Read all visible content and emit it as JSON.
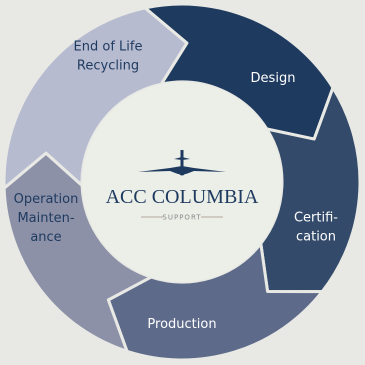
{
  "background": "#e8e9e4",
  "center": {
    "title": "ACC COLUMBIA",
    "subtitle": "SUPPORT",
    "title_color": "#1e3a5f",
    "rule_color": "#b5aaa0",
    "fill": "#eceee8"
  },
  "segments": [
    {
      "id": "design",
      "label_lines": [
        "Design"
      ],
      "fill": "#1e3a5f",
      "text_color": "#ffffff"
    },
    {
      "id": "certification",
      "label_lines": [
        "Certifi-",
        "cation"
      ],
      "fill": "#334a6a",
      "text_color": "#ffffff"
    },
    {
      "id": "production",
      "label_lines": [
        "Production"
      ],
      "fill": "#5d6a8a",
      "text_color": "#ffffff"
    },
    {
      "id": "operation",
      "label_lines": [
        "Operation",
        "Mainten-",
        "ance"
      ],
      "fill": "#8c91a8",
      "text_color": "#1e3a5f"
    },
    {
      "id": "end-of-life",
      "label_lines": [
        "End of Life",
        "Recycling"
      ],
      "fill": "#b7bbd0",
      "text_color": "#1e3a5f"
    }
  ]
}
